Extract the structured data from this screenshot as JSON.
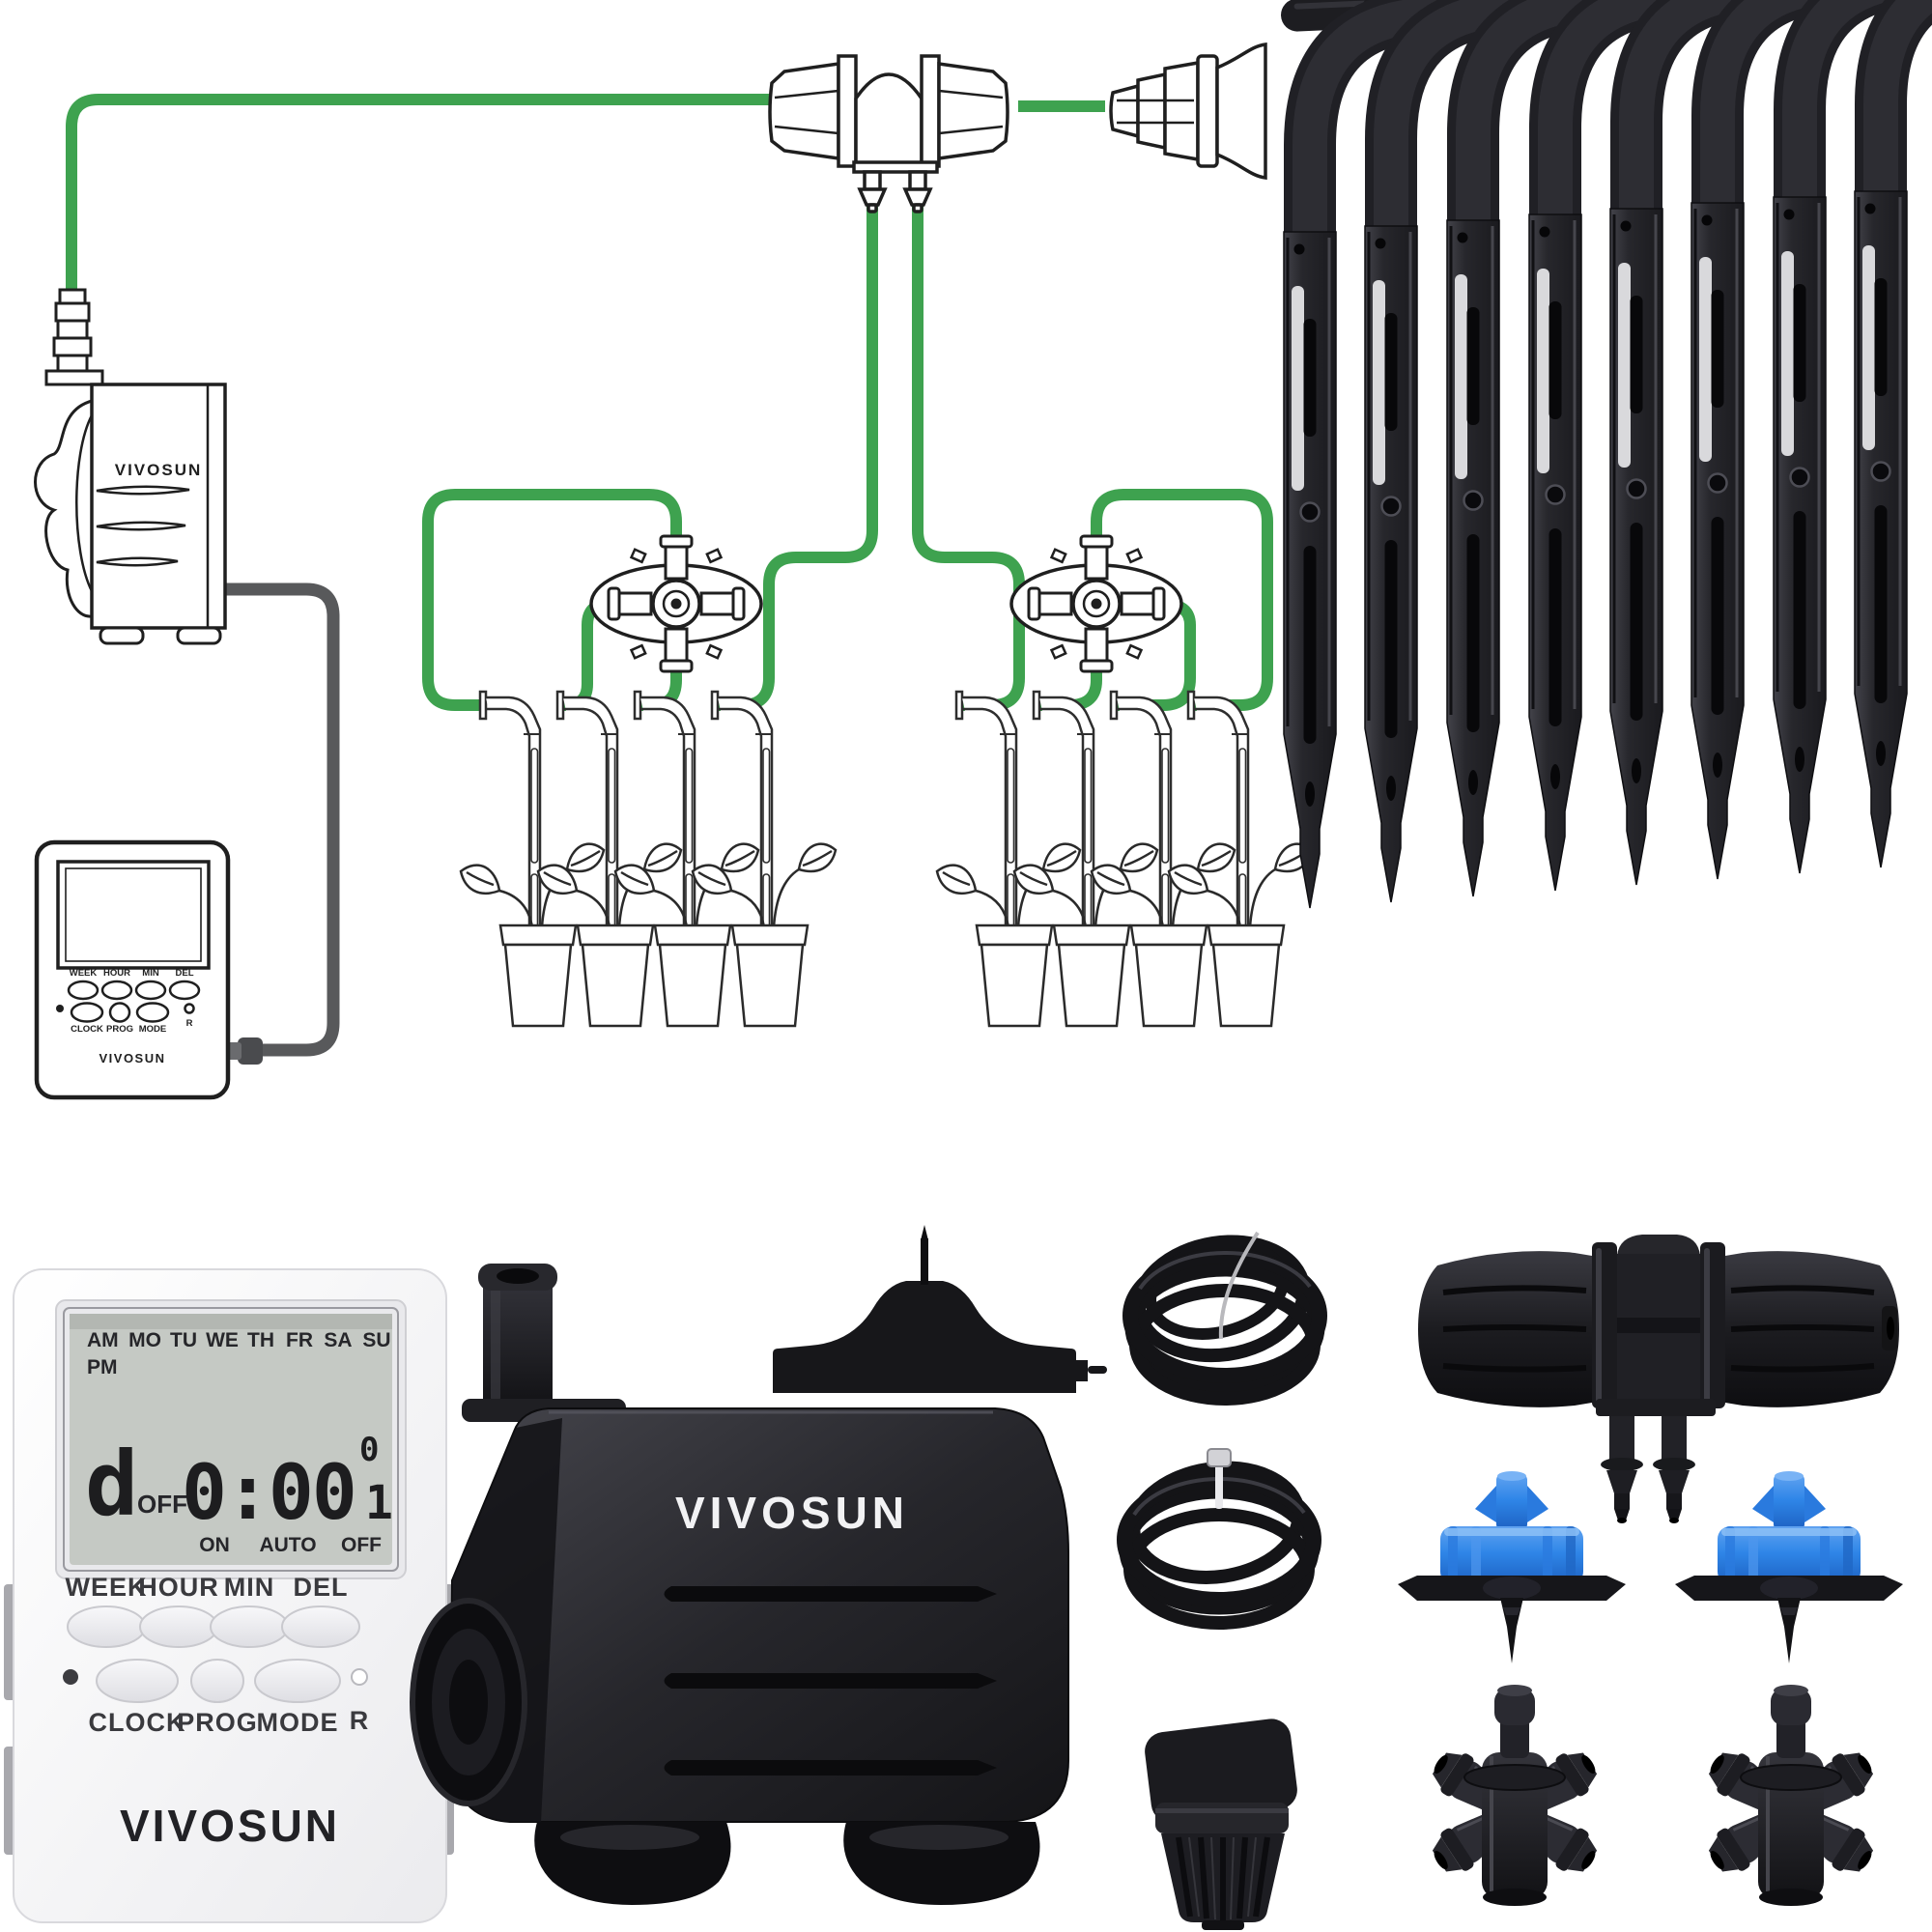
{
  "brand": "VIVOSUN",
  "colors": {
    "tube_green": "#3EA24F",
    "cable_gray": "#58595B",
    "line_art": "#1F1F1F",
    "dripper_blue": "#2F86E8",
    "product_black": "#1C1C20",
    "lcd_background": "#C5C9C4"
  },
  "diagram": {
    "pump": {
      "brand": "VIVOSUN"
    },
    "timer": {
      "buttons_row1": [
        "WEEK",
        "HOUR",
        "MIN",
        "DEL"
      ],
      "buttons_row2": [
        "CLOCK",
        "PROG",
        "MODE"
      ],
      "reset_label": "R",
      "brand": "VIVOSUN"
    }
  },
  "products": {
    "timer": {
      "lcd": {
        "am": "AM",
        "pm": "PM",
        "days": [
          "MO",
          "TU",
          "WE",
          "TH",
          "FR",
          "SA",
          "SU"
        ],
        "mode_char": "d",
        "mode_state": "OFF",
        "time": "0:00",
        "program_digit_top": "0",
        "program_digit_bottom": "1",
        "on": "ON",
        "auto": "AUTO",
        "off": "OFF"
      },
      "buttons_row1": [
        "WEEK",
        "HOUR",
        "MIN",
        "DEL"
      ],
      "buttons_row2": [
        "CLOCK",
        "PROG",
        "MODE"
      ],
      "reset_label": "R",
      "brand": "VIVOSUN"
    },
    "pump": {
      "brand": "VIVOSUN"
    }
  }
}
